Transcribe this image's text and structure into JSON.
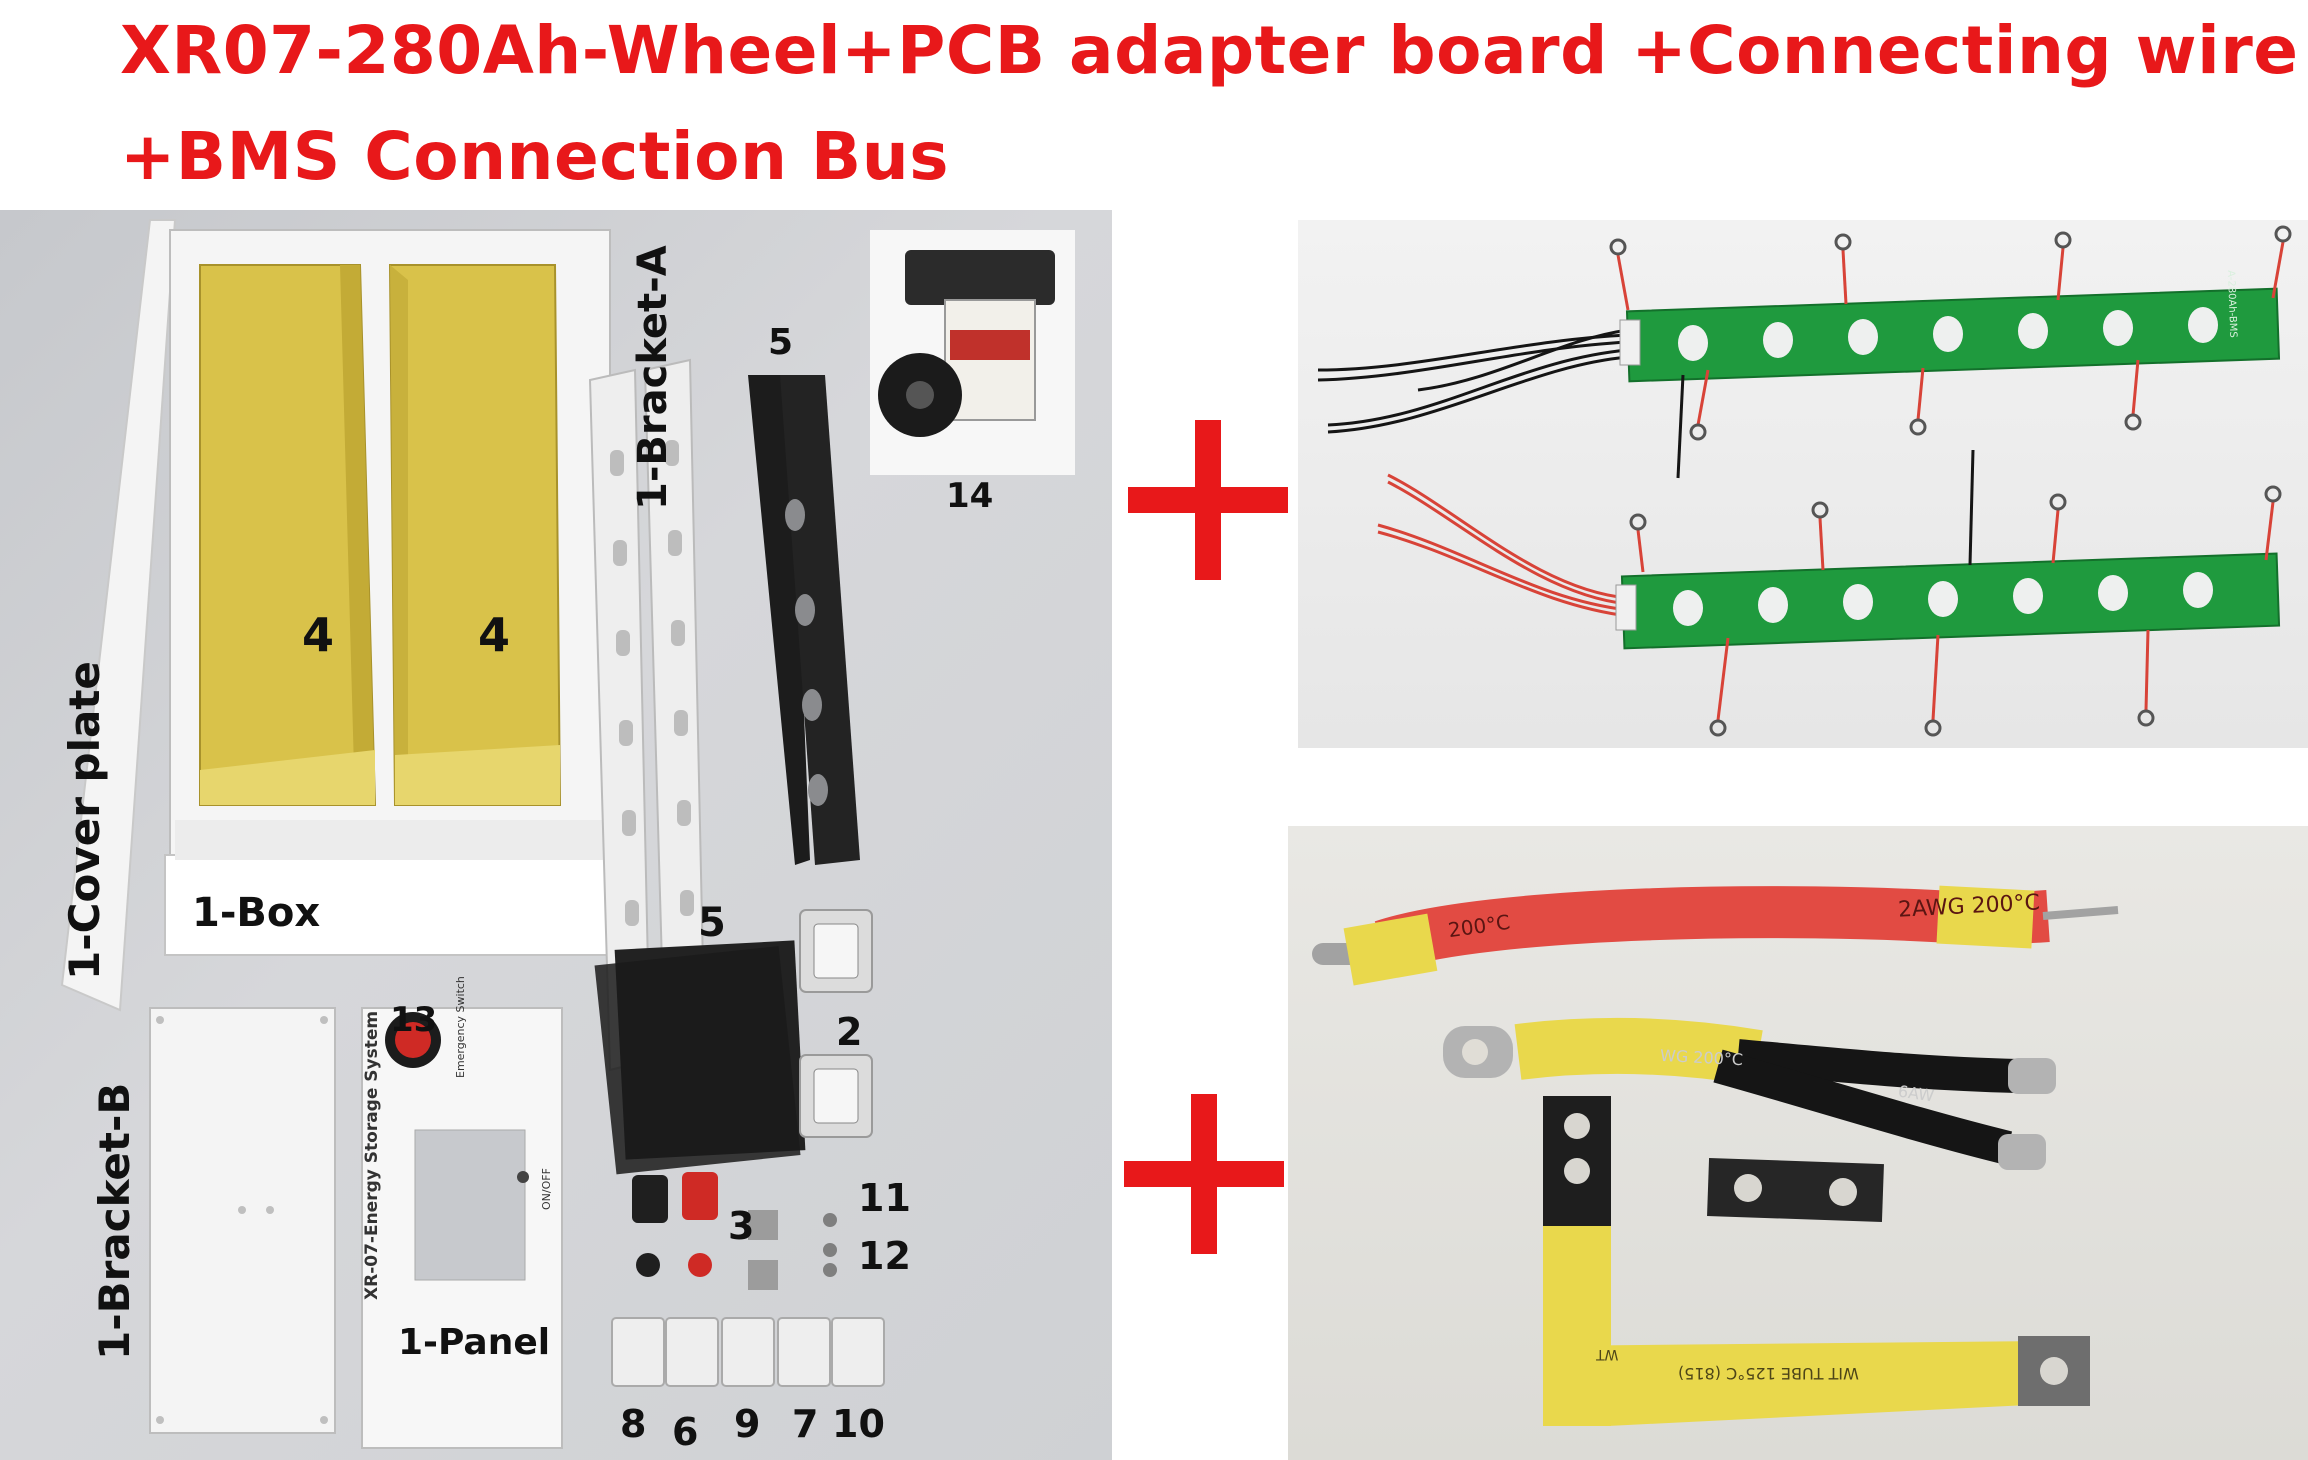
{
  "title": {
    "line1": "XR07-280Ah-Wheel+PCB adapter board +Connecting wire",
    "line2": "+BMS Connection Bus"
  },
  "colors": {
    "title": "#e8181a",
    "plus": "#e8181a",
    "pcb_green": "#1f9a3e",
    "insulation_yellow": "#e9d84c",
    "cable_red": "#e24b43"
  },
  "kit_labels": {
    "cover_plate": "1-Cover plate",
    "box": "1-Box",
    "bracket_a": "1-Bracket-A",
    "bracket_b": "1-Bracket-B",
    "panel": "1-Panel",
    "n4a": "4",
    "n4b": "4",
    "n5a": "5",
    "n5b": "5",
    "n14": "14",
    "n13": "13",
    "n2": "2",
    "n3": "3",
    "n11": "11",
    "n12": "12",
    "n8": "8",
    "n6": "6",
    "n9": "9",
    "n7": "7",
    "n10": "10"
  },
  "panel_print": {
    "system": "XR-07-Energy Storage System",
    "switch": "Emergency Switch",
    "onoff": "ON/OFF"
  },
  "cable_print": {
    "red_cable": "2AWG 200°C",
    "red_cable_left": "200°C",
    "black_cable": "6AW",
    "black_cable_left": "WG 200°C",
    "busbar": "WIT TUBE 125°C (815)",
    "busbar_end": "WT"
  },
  "pcb_print": {
    "board_code": "A-280Ah-BMS"
  }
}
